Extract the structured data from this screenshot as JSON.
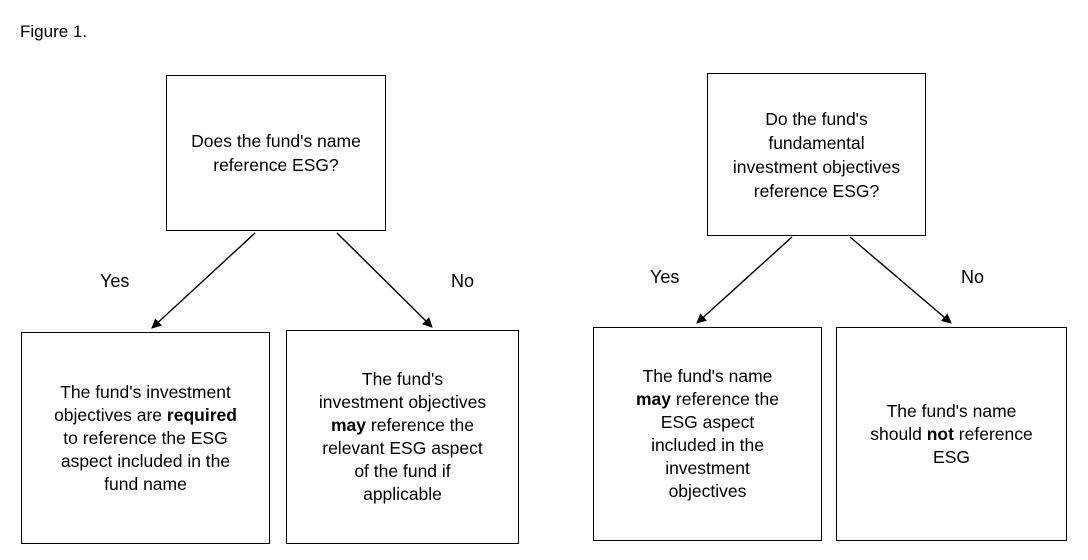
{
  "figure_label": "Figure 1.",
  "left_tree": {
    "question": "Does the fund's name reference ESG?",
    "yes_label": "Yes",
    "no_label": "No",
    "yes_outcome": {
      "before": "The fund's investment objectives are ",
      "emphasis": "required",
      "after": " to reference the ESG aspect included in the fund name"
    },
    "no_outcome": {
      "before": "The fund's investment objectives ",
      "emphasis": "may",
      "after": " reference the relevant ESG aspect of the fund if applicable"
    }
  },
  "right_tree": {
    "question": "Do the fund's fundamental investment objectives reference ESG?",
    "yes_label": "Yes",
    "no_label": "No",
    "yes_outcome": {
      "before": "The fund's name ",
      "emphasis": "may",
      "after": " reference the ESG aspect included in the investment objectives"
    },
    "no_outcome": {
      "before": "The fund's name should ",
      "emphasis": "not",
      "after": " reference ESG"
    }
  }
}
